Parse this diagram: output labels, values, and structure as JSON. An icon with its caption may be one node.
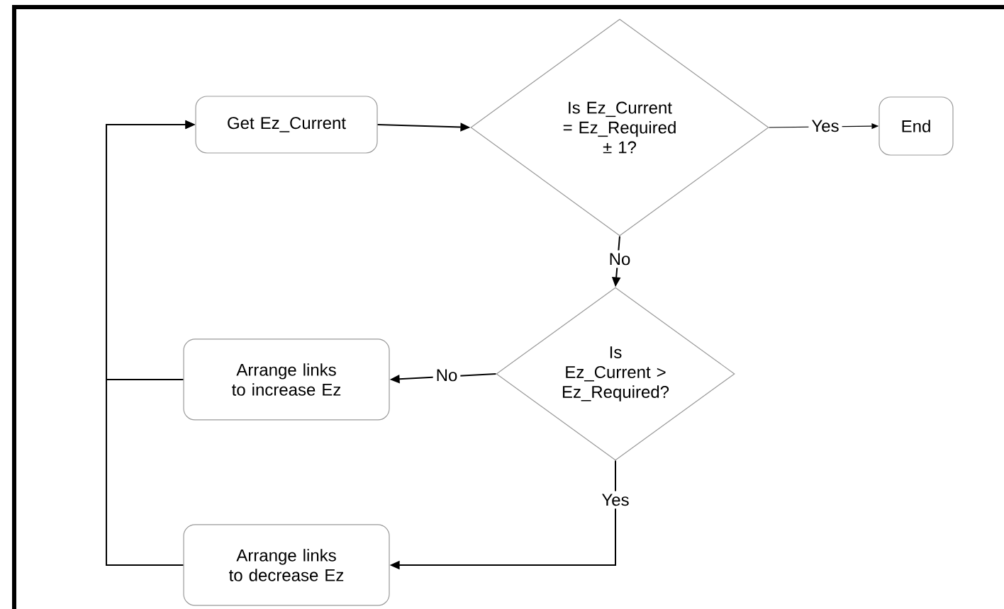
{
  "diagram": {
    "nodes": [
      {
        "text": [
          "Get Ez_Current"
        ]
      },
      {
        "text": [
          "Is Ez_Current = Ez_Required ± 1?"
        ]
      },
      {
        "text": [
          "End"
        ]
      },
      {
        "text": [
          "Is Ez_Current > Ez_Required?"
        ]
      },
      {
        "text": [
          "Arrange links to increase Ez"
        ]
      },
      {
        "text": [
          "Arrange links to decrease Ez"
        ]
      }
    ],
    "edges": [
      {
        "from": 0,
        "to": 1,
        "arrow": "to"
      },
      {
        "from": 1,
        "to": 2,
        "arrow": "to",
        "label": "Yes"
      },
      {
        "from": 1,
        "to": 3,
        "arrow": "to",
        "label": "No"
      },
      {
        "from": 3,
        "to": 4,
        "arrow": "to",
        "label": "No"
      },
      {
        "from": 3,
        "to": 5,
        "arrow": "to",
        "label": "Yes"
      },
      {
        "from": 4,
        "to": 0,
        "arrow": "to"
      },
      {
        "from": 5,
        "to": 0,
        "arrow": "to"
      }
    ]
  }
}
